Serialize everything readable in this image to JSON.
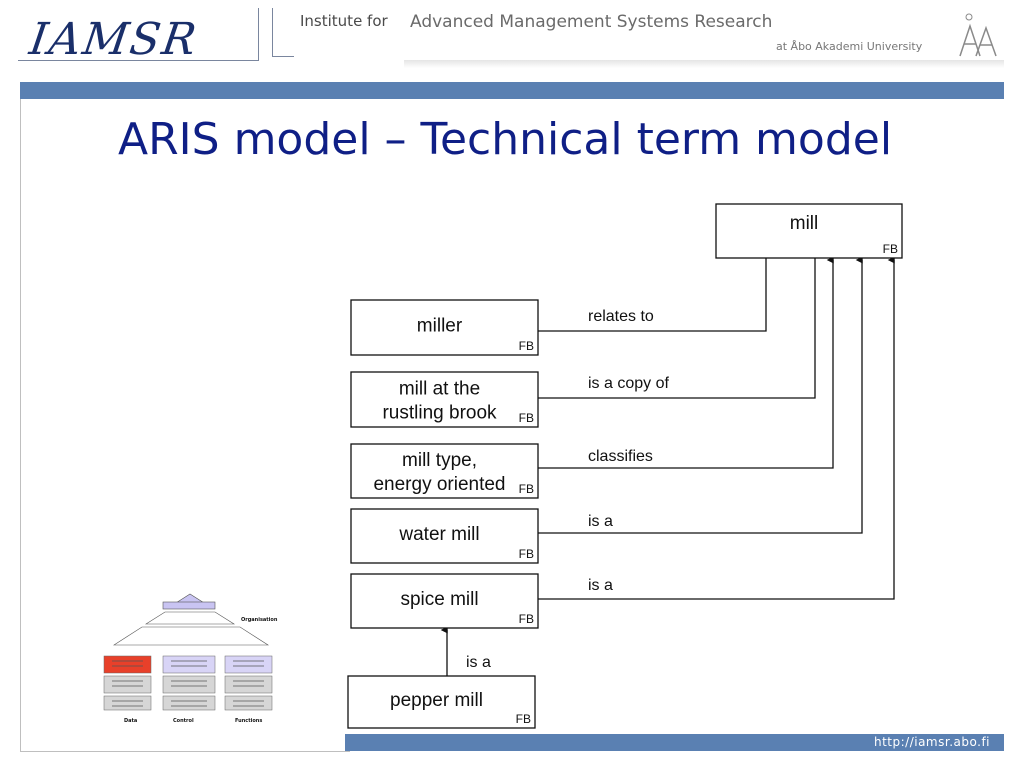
{
  "header": {
    "logo": "IAMSR",
    "institute_prefix": "Institute for",
    "institute_name": "Advanced Management Systems Research",
    "university": "at Åbo Akademi University"
  },
  "slide": {
    "title": "ARIS model – Technical term model",
    "url": "http://iamsr.abo.fi"
  },
  "diagram": {
    "entities": [
      {
        "id": "mill",
        "lines": [
          "mill"
        ],
        "tag": "FB"
      },
      {
        "id": "miller",
        "lines": [
          "miller"
        ],
        "tag": "FB"
      },
      {
        "id": "copy",
        "lines": [
          "mill at the",
          "rustling brook"
        ],
        "tag": "FB"
      },
      {
        "id": "type",
        "lines": [
          "mill type,",
          "energy oriented"
        ],
        "tag": "FB"
      },
      {
        "id": "water",
        "lines": [
          "water mill"
        ],
        "tag": "FB"
      },
      {
        "id": "spice",
        "lines": [
          "spice mill"
        ],
        "tag": "FB"
      },
      {
        "id": "pepper",
        "lines": [
          "pepper mill"
        ],
        "tag": "FB"
      }
    ],
    "relations": [
      {
        "from": "miller",
        "to": "mill",
        "label": "relates to"
      },
      {
        "from": "copy",
        "to": "mill",
        "label": "is a copy of"
      },
      {
        "from": "type",
        "to": "mill",
        "label": "classifies"
      },
      {
        "from": "water",
        "to": "mill",
        "label": "is a"
      },
      {
        "from": "spice",
        "to": "mill",
        "label": "is a"
      },
      {
        "from": "pepper",
        "to": "spice",
        "label": "is a"
      }
    ]
  },
  "aris_house": {
    "labels": {
      "organization": "Organisation",
      "data": "Data",
      "control": "Control",
      "functions": "Functions"
    },
    "colors": {
      "roof": "#c9c4f2",
      "red": "#e8402a",
      "grey": "#d6d6d6",
      "lavender": "#d8d4f6"
    }
  }
}
